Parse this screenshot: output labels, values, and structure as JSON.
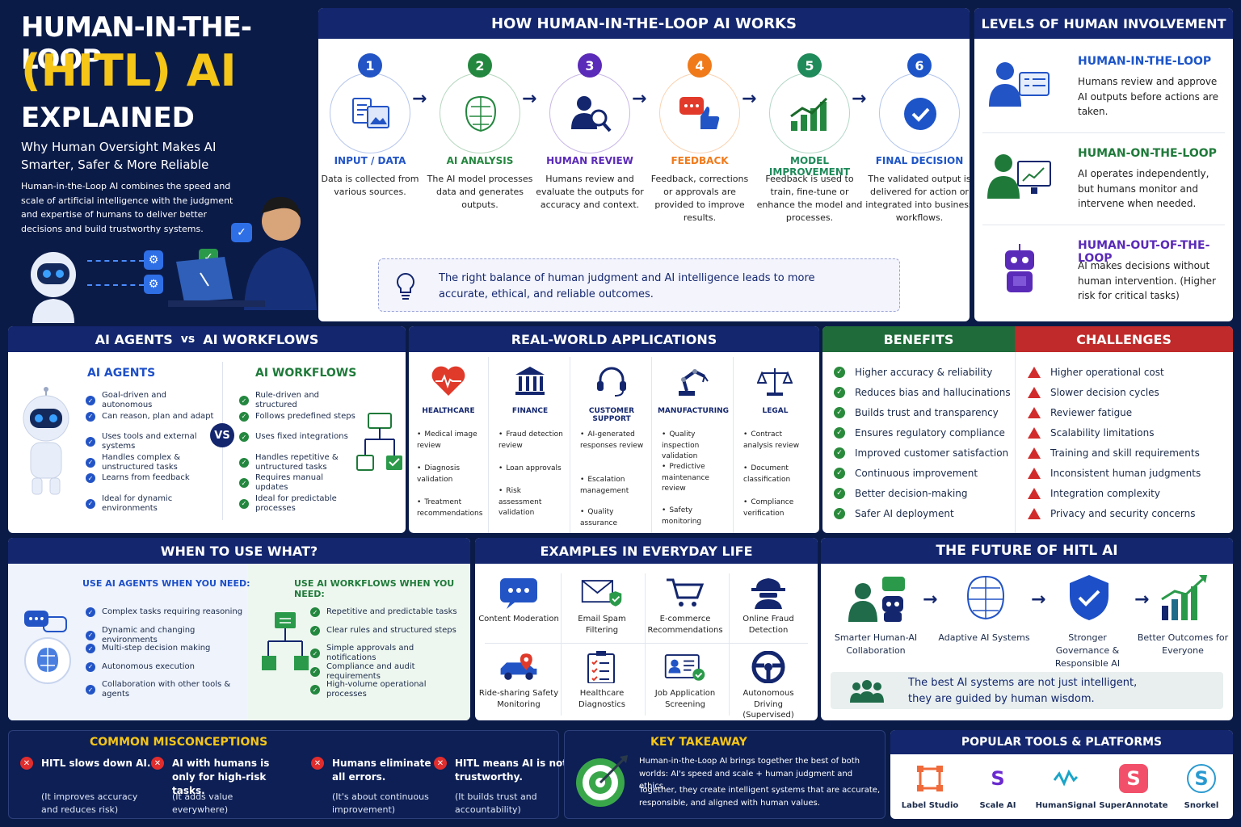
{
  "hero": {
    "title_line1": "HUMAN-IN-THE-LOOP",
    "title_line2": "(HITL) AI",
    "title_line3": "EXPLAINED",
    "subtitle": "Why Human Oversight Makes AI Smarter, Safer & More Reliable",
    "description": "Human-in-the-Loop AI combines the speed and scale of artificial intelligence with the judgment and expertise of humans to deliver better decisions and build trustworthy systems."
  },
  "how_it_works": {
    "heading": "HOW HUMAN-IN-THE-LOOP AI WORKS",
    "steps": [
      {
        "num": "1",
        "title": "INPUT / DATA",
        "desc": "Data is collected from various sources.",
        "color": "#2354c6"
      },
      {
        "num": "2",
        "title": "AI ANALYSIS",
        "desc": "The AI model processes data and generates outputs.",
        "color": "#24873f"
      },
      {
        "num": "3",
        "title": "HUMAN REVIEW",
        "desc": "Humans review and evaluate the outputs for accuracy and context.",
        "color": "#5a2ab8"
      },
      {
        "num": "4",
        "title": "FEEDBACK",
        "desc": "Feedback, corrections or approvals are provided to improve results.",
        "color": "#f07a1a"
      },
      {
        "num": "5",
        "title": "MODEL IMPROVEMENT",
        "desc": "Feedback is used to train, fine-tune or enhance the model and processes.",
        "color": "#1f8a5a"
      },
      {
        "num": "6",
        "title": "FINAL DECISION",
        "desc": "The validated output is delivered for action or integrated into business workflows.",
        "color": "#1d55c8"
      }
    ],
    "balance_note": "The right balance of human judgment and AI intelligence leads to more accurate, ethical, and reliable outcomes."
  },
  "levels": {
    "heading": "LEVELS OF HUMAN INVOLVEMENT",
    "items": [
      {
        "title": "HUMAN-IN-THE-LOOP",
        "desc": "Humans review and approve AI outputs before actions are taken.",
        "color": "#1d55c8"
      },
      {
        "title": "HUMAN-ON-THE-LOOP",
        "desc": "AI operates independently, but humans monitor and intervene when needed.",
        "color": "#1f7a3a"
      },
      {
        "title": "HUMAN-OUT-OF-THE-LOOP",
        "desc": "AI makes decisions without human intervention. (Higher risk for critical tasks)",
        "color": "#5a2ab8"
      }
    ]
  },
  "agents_vs_workflows": {
    "heading_a": "AI AGENTS",
    "heading_vs": "vs",
    "heading_b": "AI WORKFLOWS",
    "vs_badge": "VS",
    "agents_title": "AI AGENTS",
    "agents": [
      "Goal-driven and autonomous",
      "Can reason, plan and adapt",
      "Uses tools and external systems",
      "Handles complex & unstructured tasks",
      "Learns from feedback",
      "Ideal for dynamic environments"
    ],
    "workflows_title": "AI WORKFLOWS",
    "workflows": [
      "Rule-driven and structured",
      "Follows predefined steps",
      "Uses fixed integrations",
      "Handles repetitive & untructured tasks",
      "Requires manual updates",
      "Ideal for predictable processes"
    ]
  },
  "applications": {
    "heading": "REAL-WORLD APPLICATIONS",
    "cols": [
      {
        "title": "HEALTHCARE",
        "items": [
          "Medical image review",
          "Diagnosis validation",
          "Treatment recommendations"
        ]
      },
      {
        "title": "FINANCE",
        "items": [
          "Fraud detection review",
          "Loan approvals",
          "Risk assessment validation"
        ]
      },
      {
        "title": "CUSTOMER SUPPORT",
        "items": [
          "AI-generated responses review",
          "Escalation management",
          "Quality assurance"
        ]
      },
      {
        "title": "MANUFACTURING",
        "items": [
          "Quality inspection validation",
          "Predictive maintenance review",
          "Safety monitoring"
        ]
      },
      {
        "title": "LEGAL",
        "items": [
          "Contract analysis review",
          "Document classification",
          "Compliance verification"
        ]
      }
    ]
  },
  "benefits": {
    "heading": "BENEFITS",
    "items": [
      "Higher accuracy & reliability",
      "Reduces bias and hallucinations",
      "Builds trust and transparency",
      "Ensures regulatory compliance",
      "Improved customer satisfaction",
      "Continuous improvement",
      "Better decision-making",
      "Safer AI deployment"
    ]
  },
  "challenges": {
    "heading": "CHALLENGES",
    "items": [
      "Higher operational cost",
      "Slower decision cycles",
      "Reviewer fatigue",
      "Scalability limitations",
      "Training and skill requirements",
      "Inconsistent human judgments",
      "Integration complexity",
      "Privacy and security concerns"
    ]
  },
  "when_to_use": {
    "heading": "WHEN TO USE WHAT?",
    "agents_title": "USE AI AGENTS WHEN YOU NEED:",
    "agents": [
      "Complex tasks requiring reasoning",
      "Dynamic and changing environments",
      "Multi-step decision making",
      "Autonomous execution",
      "Collaboration with other tools & agents"
    ],
    "workflows_title": "USE AI WORKFLOWS WHEN YOU NEED:",
    "workflows": [
      "Repetitive and predictable tasks",
      "Clear rules and structured steps",
      "Simple approvals and notifications",
      "Compliance and audit requirements",
      "High-volume operational processes"
    ]
  },
  "examples": {
    "heading": "EXAMPLES IN EVERYDAY LIFE",
    "items": [
      "Content Moderation",
      "Email Spam Filtering",
      "E-commerce Recommendations",
      "Online Fraud Detection",
      "Ride-sharing Safety Monitoring",
      "Healthcare Diagnostics",
      "Job Application Screening",
      "Autonomous Driving (Supervised)"
    ]
  },
  "future": {
    "heading": "THE FUTURE OF HITL AI",
    "steps": [
      "Smarter Human-AI Collaboration",
      "Adaptive AI Systems",
      "Stronger Governance & Responsible AI",
      "Better Outcomes for Everyone"
    ],
    "quote": "The best AI systems are not just intelligent, they are guided by human wisdom."
  },
  "misconceptions": {
    "heading": "COMMON MISCONCEPTIONS",
    "items": [
      {
        "title": "HITL slows down AI.",
        "desc": "(It improves accuracy and reduces risk)"
      },
      {
        "title": "AI with humans is only for high-risk tasks.",
        "desc": "(It adds value everywhere)"
      },
      {
        "title": "Humans eliminate all errors.",
        "desc": "(It's about continuous improvement)"
      },
      {
        "title": "HITL means AI is not trustworthy.",
        "desc": "(It builds trust and accountability)"
      }
    ]
  },
  "takeaway": {
    "heading": "KEY TAKEAWAY",
    "p1": "Human-in-the-Loop AI brings together the best of both worlds: AI's speed and scale + human judgment and ethics.",
    "p2": "Together, they create intelligent systems that are accurate, responsible, and aligned with human values."
  },
  "tools": {
    "heading": "POPULAR TOOLS & PLATFORMS",
    "items": [
      {
        "name": "Label Studio",
        "glyph": "",
        "color": "#f06a3a"
      },
      {
        "name": "Scale AI",
        "glyph": "S",
        "color": "#6a2ad0"
      },
      {
        "name": "HumanSignal",
        "glyph": "",
        "color": "#1aa5c8"
      },
      {
        "name": "SuperAnnotate",
        "glyph": "S",
        "color": "#f2506a"
      },
      {
        "name": "Snorkel",
        "glyph": "S",
        "color": "#2a9ad0"
      }
    ]
  },
  "colors": {
    "navy": "#13266e",
    "green": "#1f6b3a",
    "red": "#c02a2a",
    "gold": "#f5c518"
  }
}
